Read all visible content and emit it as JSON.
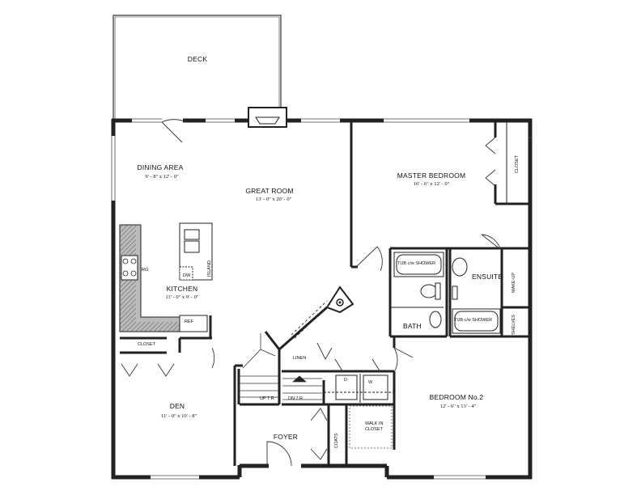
{
  "rooms": {
    "deck": {
      "name": "DECK"
    },
    "dining": {
      "name": "DINING AREA",
      "dim": "9' - 8\" x 12' - 0\""
    },
    "great_room": {
      "name": "GREAT ROOM",
      "dim": "13' - 0\" x 20' - 0\""
    },
    "kitchen": {
      "name": "KITCHEN",
      "dim": "11' - 0\" x 9' - 0\""
    },
    "master": {
      "name": "MASTER BEDROOM",
      "dim": "16' - 6\" x 12' - 0\""
    },
    "ensuite": {
      "name": "ENSUITE"
    },
    "bath": {
      "name": "BATH"
    },
    "bedroom2": {
      "name": "BEDROOM No.2",
      "dim": "12' - 6\" x 13' - 4\""
    },
    "den": {
      "name": "DEN",
      "dim": "11' - 0\" x 10' - 8\""
    },
    "foyer": {
      "name": "FOYER"
    }
  },
  "fixtures": {
    "closet_master": "CLOSET",
    "closet_den": "CLOSET",
    "tub1": "TUB c/w SHOWER",
    "tub2": "TUB c/w SHOWER",
    "makeup": "MAKE-UP",
    "shelves": "SHELVES",
    "linen": "LINEN",
    "up": "UP 7 R",
    "dn": "DN 7 R",
    "walk_in": "WALK IN",
    "walk_in2": "CLOSET",
    "coats": "COATS",
    "ref": "REF",
    "range": "RG.",
    "dw": "DW",
    "island": "ISLAND",
    "dryer": "D",
    "washer": "W"
  }
}
